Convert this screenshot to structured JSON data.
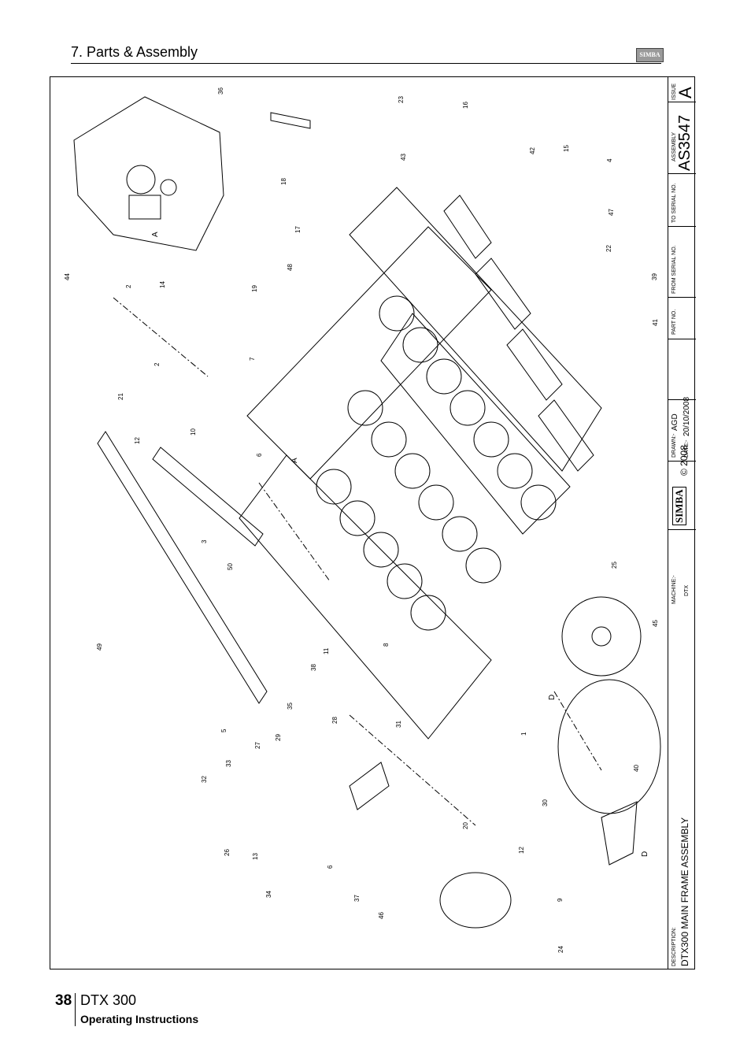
{
  "header": {
    "section_title": "7. Parts & Assembly",
    "logo_text": "SIMBA"
  },
  "title_block": {
    "description_label": "DESCRIPTION:",
    "description": "DTX300 MAIN FRAME ASSEMBLY",
    "machine_label": "MACHINE:-",
    "machine": "DTX",
    "brand": "SIMBA",
    "copyright": "© 2008",
    "drawn_label": "DRAWN:-",
    "drawn_by": "AGD",
    "date_label": "DATE:-",
    "date": "20/10/2008",
    "part_no_label": "PART NO.",
    "from_serial_label": "FROM SERIAL NO.",
    "to_serial_label": "TO SERIAL NO.",
    "assembly_label": "ASSEMBLY",
    "assembly_no": "AS3547",
    "issue_label": "ISSUE",
    "issue": "A"
  },
  "callouts": [
    "36",
    "23",
    "43",
    "16",
    "42",
    "15",
    "4",
    "18",
    "47",
    "22",
    "17",
    "48",
    "39",
    "41",
    "44",
    "2",
    "14",
    "19",
    "7",
    "2",
    "21",
    "10",
    "6",
    "12",
    "3",
    "50",
    "49",
    "11",
    "8",
    "38",
    "35",
    "28",
    "31",
    "1",
    "5",
    "27",
    "29",
    "33",
    "32",
    "26",
    "13",
    "34",
    "6",
    "37",
    "30",
    "20",
    "12",
    "46",
    "9",
    "24",
    "25",
    "45",
    "40"
  ],
  "view_labels": [
    "A",
    "A",
    "D",
    "D"
  ],
  "footer": {
    "page_number": "38",
    "model": "DTX 300",
    "subtitle": "Operating Instructions"
  }
}
